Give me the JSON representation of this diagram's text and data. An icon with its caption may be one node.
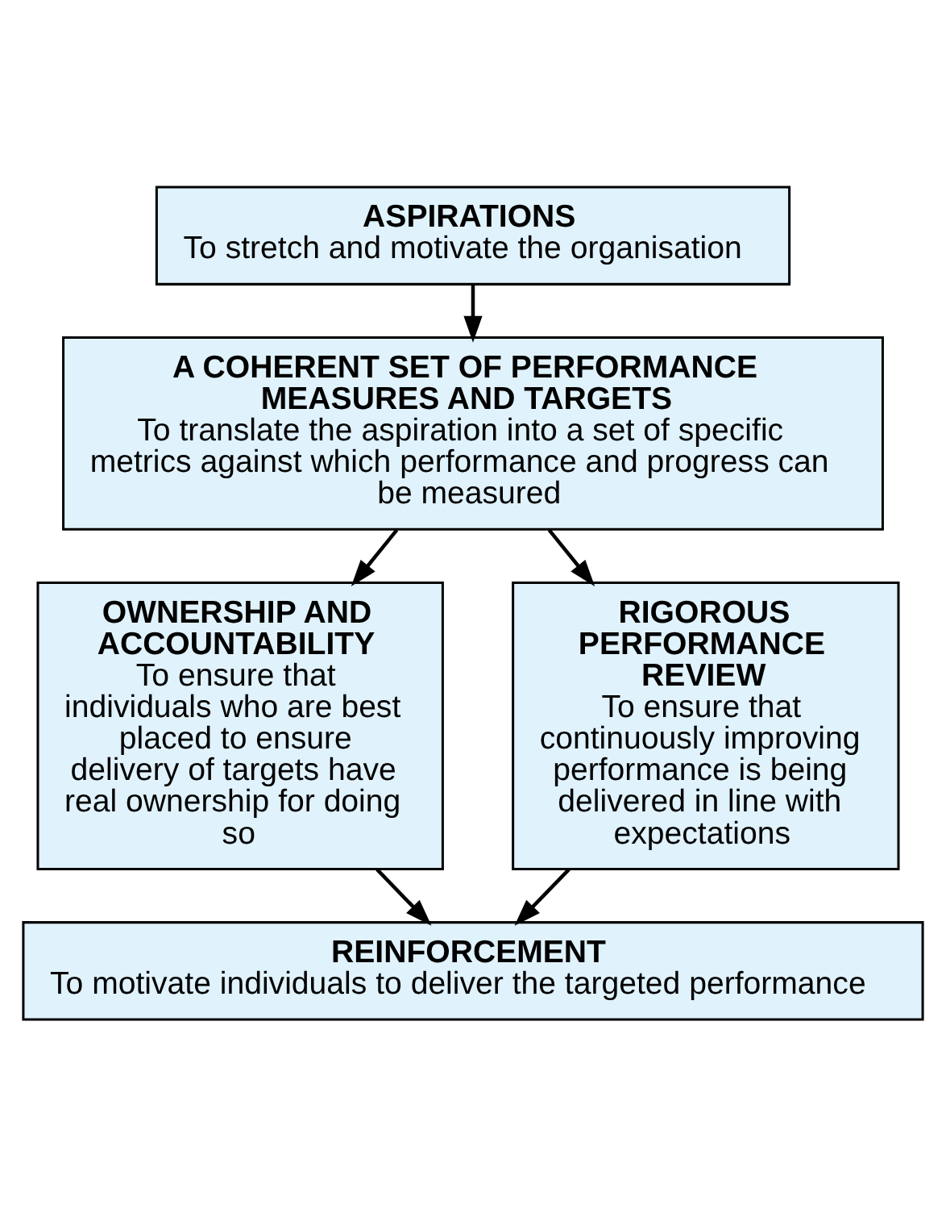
{
  "diagram": {
    "nodes": [
      {
        "text": [
          "ASPIRATIONS",
          "To stretch and motivate the organisation"
        ]
      },
      {
        "text": [
          "A COHERENT SET OF PERFORMANCE MEASURES AND TARGETS",
          "To translate the aspiration into a set of specific metrics against which performance and progress can be measured"
        ]
      },
      {
        "text": [
          "OWNERSHIP AND ACCOUNTABILITY",
          "To ensure that individuals who are best placed to ensure delivery of targets have real ownership for doing so"
        ]
      },
      {
        "text": [
          "RIGOROUS PERFORMANCE REVIEW",
          "To ensure that continuously improving performance is being delivered in line with expectations"
        ]
      },
      {
        "text": [
          "REINFORCEMENT",
          "To motivate individuals to deliver the targeted performance"
        ]
      }
    ],
    "edges": [
      {
        "from": 0,
        "to": 1,
        "arrow": "to"
      },
      {
        "from": 1,
        "to": 2,
        "arrow": "to"
      },
      {
        "from": 1,
        "to": 3,
        "arrow": "to"
      },
      {
        "from": 2,
        "to": 4,
        "arrow": "to"
      },
      {
        "from": 3,
        "to": 4,
        "arrow": "to"
      }
    ]
  }
}
